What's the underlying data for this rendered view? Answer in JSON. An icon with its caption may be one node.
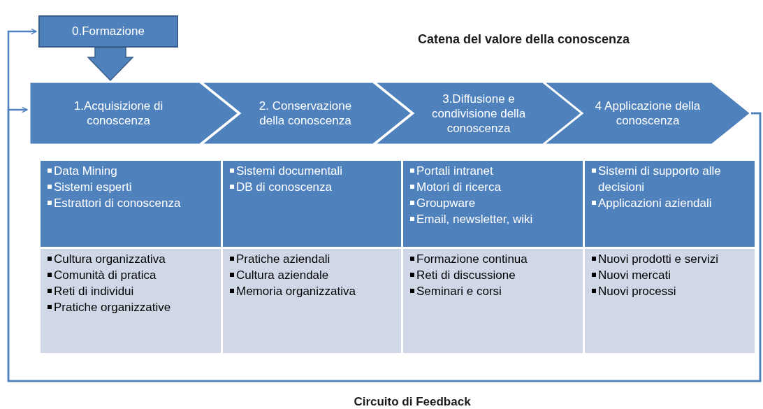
{
  "diagram": {
    "title": "Catena del valore della conoscenza",
    "nodes": [
      {
        "text": [
          "0.Formazione"
        ]
      },
      {
        "text": [
          "1.Acquisizione di conoscenza"
        ]
      },
      {
        "text": [
          "2. Conservazione della conoscenza"
        ]
      },
      {
        "text": [
          "3.Diffusione e condivisione della conoscenza"
        ]
      },
      {
        "text": [
          "4 Applicazione della conoscenza"
        ]
      },
      {
        "text": [
          "Data Mining",
          "Sistemi esperti",
          "Estrattori di conoscenza"
        ]
      },
      {
        "text": [
          "Sistemi documentali",
          "DB di conoscenza"
        ]
      },
      {
        "text": [
          "Portali intranet",
          "Motori di ricerca",
          "Groupware",
          "Email, newsletter, wiki"
        ]
      },
      {
        "text": [
          "Sistemi di supporto alle decisioni",
          "Applicazioni aziendali"
        ]
      },
      {
        "text": [
          "Cultura organizzativa",
          "Comunità di pratica",
          "Reti di individui",
          "Pratiche organizzative"
        ]
      },
      {
        "text": [
          "Pratiche aziendali",
          "Cultura aziendale",
          "Memoria organizzativa"
        ]
      },
      {
        "text": [
          "Formazione continua",
          "Reti di discussione",
          "Seminari e corsi"
        ]
      },
      {
        "text": [
          "Nuovi prodotti e servizi",
          "Nuovi mercati",
          "Nuovi processi"
        ]
      }
    ],
    "edges": [
      {
        "from": 0,
        "to": 1,
        "arrow": "to",
        "style": "thick"
      },
      {
        "from": 4,
        "to": 0,
        "arrow": "to"
      },
      {
        "from": 4,
        "to": 1,
        "arrow": "to"
      }
    ],
    "labels": [
      "Circuito di Feedback"
    ]
  }
}
